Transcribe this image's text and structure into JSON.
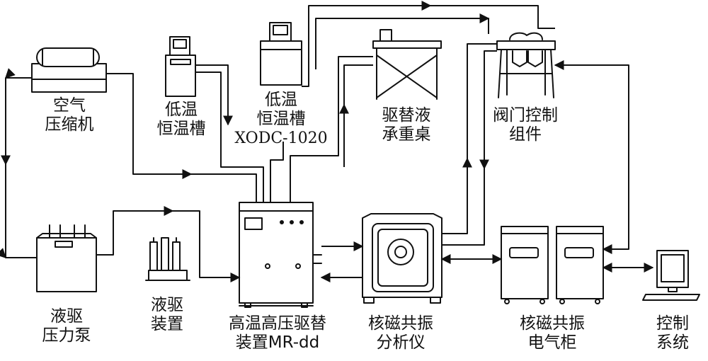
{
  "labels": {
    "air_compressor": [
      "空气",
      "压缩机"
    ],
    "low_temp_bath_left": [
      "低温",
      "恒温槽"
    ],
    "low_temp_bath_mid": [
      "低温",
      "恒温槽",
      "XODC-1020"
    ],
    "displacement_table": [
      "驱替液",
      "承重桌"
    ],
    "valve_control": [
      "阀门控制",
      "组件"
    ],
    "liquid_pump": [
      "液驱",
      "压力泵"
    ],
    "liquid_drive_device": [
      "液驱",
      "装置"
    ],
    "displacement_device": [
      "高温高压驱替",
      "装置MR-dd"
    ],
    "nmr_analyzer": [
      "核磁共振",
      "分析仪"
    ],
    "nmr_cabinet": [
      "核磁共振",
      "电气柜"
    ],
    "control_system": [
      "控制",
      "系统"
    ]
  }
}
